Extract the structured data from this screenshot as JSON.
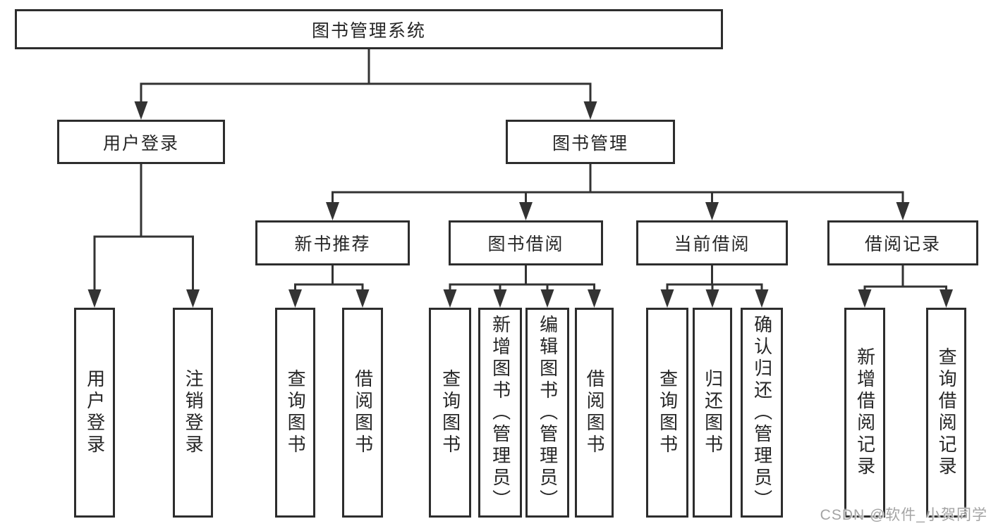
{
  "diagram": {
    "type": "hierarchy-tree",
    "root": {
      "label": "图书管理系统"
    },
    "level2": [
      {
        "label": "用户登录",
        "parent": "图书管理系统"
      },
      {
        "label": "图书管理",
        "parent": "图书管理系统"
      }
    ],
    "level3": [
      {
        "label": "新书推荐",
        "parent": "图书管理"
      },
      {
        "label": "图书借阅",
        "parent": "图书管理"
      },
      {
        "label": "当前借阅",
        "parent": "图书管理"
      },
      {
        "label": "借阅记录",
        "parent": "图书管理"
      }
    ],
    "leaves": [
      {
        "label": "用户登录",
        "parent": "用户登录"
      },
      {
        "label": "注销登录",
        "parent": "用户登录"
      },
      {
        "label": "查询图书",
        "parent": "新书推荐"
      },
      {
        "label": "借阅图书",
        "parent": "新书推荐"
      },
      {
        "label": "查询图书",
        "parent": "图书借阅"
      },
      {
        "label": "新增图书（管理员）",
        "parent": "图书借阅"
      },
      {
        "label": "编辑图书（管理员）",
        "parent": "图书借阅"
      },
      {
        "label": "借阅图书",
        "parent": "图书借阅"
      },
      {
        "label": "查询图书",
        "parent": "当前借阅"
      },
      {
        "label": "归还图书",
        "parent": "当前借阅"
      },
      {
        "label": "确认归还（管理员）",
        "parent": "当前借阅"
      },
      {
        "label": "新增借阅记录",
        "parent": "借阅记录"
      },
      {
        "label": "查询借阅记录",
        "parent": "借阅记录"
      }
    ]
  },
  "watermark": {
    "text": "CSDN @软件_小贺同学"
  },
  "colors": {
    "line": "#333333",
    "box_border": "#2d2d2d",
    "text": "#262626",
    "background": "#ffffff",
    "watermark": "#a4a4a4"
  }
}
